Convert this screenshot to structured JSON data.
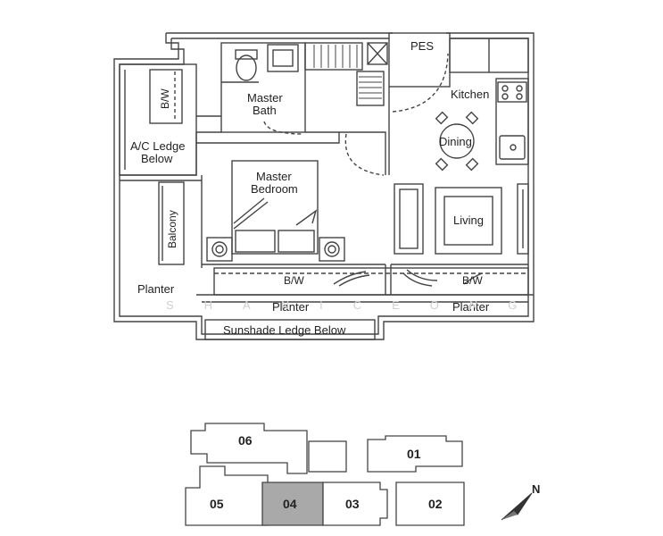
{
  "floor_plan": {
    "rooms": {
      "pes": "PES",
      "bw_left": "B/W",
      "master_bath_1": "Master",
      "master_bath_2": "Bath",
      "kitchen": "Kitchen",
      "dining": "Dining",
      "ac_ledge_1": "A/C Ledge",
      "ac_ledge_2": "Below",
      "master_bedroom_1": "Master",
      "master_bedroom_2": "Bedroom",
      "balcony": "Balcony",
      "living": "Living",
      "planter_left": "Planter",
      "bw_bottom_left": "B/W",
      "bw_bottom_right": "B/W",
      "planter_mid": "Planter",
      "planter_right": "Planter",
      "sunshade": "Sunshade Ledge Below"
    },
    "watermark": "SHANICEONG"
  },
  "key_plan": {
    "units": [
      "06",
      "01",
      "05",
      "04",
      "03",
      "02"
    ],
    "highlighted_unit": "04",
    "highlight_color": "#a9a9a9",
    "north_label": "N",
    "north_icon": "north-arrow-icon"
  }
}
